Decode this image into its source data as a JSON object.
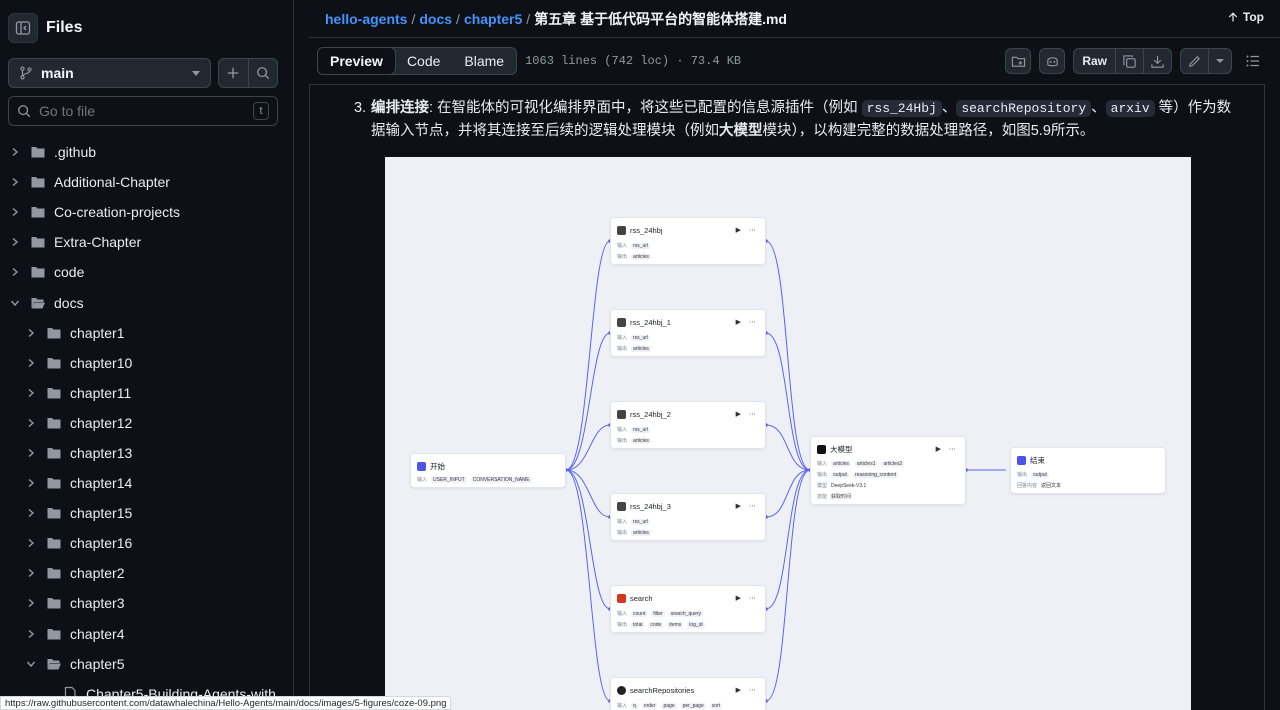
{
  "sidebar": {
    "title": "Files",
    "branch": "main",
    "goto_placeholder": "Go to file",
    "goto_shortcut": "t",
    "tree": [
      {
        "label": ".github",
        "level": 0,
        "expanded": false
      },
      {
        "label": "Additional-Chapter",
        "level": 0,
        "expanded": false
      },
      {
        "label": "Co-creation-projects",
        "level": 0,
        "expanded": false
      },
      {
        "label": "Extra-Chapter",
        "level": 0,
        "expanded": false
      },
      {
        "label": "code",
        "level": 0,
        "expanded": false
      },
      {
        "label": "docs",
        "level": 0,
        "expanded": true
      },
      {
        "label": "chapter1",
        "level": 1,
        "expanded": false
      },
      {
        "label": "chapter10",
        "level": 1,
        "expanded": false
      },
      {
        "label": "chapter11",
        "level": 1,
        "expanded": false
      },
      {
        "label": "chapter12",
        "level": 1,
        "expanded": false
      },
      {
        "label": "chapter13",
        "level": 1,
        "expanded": false
      },
      {
        "label": "chapter14",
        "level": 1,
        "expanded": false
      },
      {
        "label": "chapter15",
        "level": 1,
        "expanded": false
      },
      {
        "label": "chapter16",
        "level": 1,
        "expanded": false
      },
      {
        "label": "chapter2",
        "level": 1,
        "expanded": false
      },
      {
        "label": "chapter3",
        "level": 1,
        "expanded": false
      },
      {
        "label": "chapter4",
        "level": 1,
        "expanded": false
      },
      {
        "label": "chapter5",
        "level": 1,
        "expanded": true
      },
      {
        "label": "Chapter5-Building-Agents-with",
        "level": 2,
        "file": true
      }
    ]
  },
  "breadcrumb": {
    "repo": "hello-agents",
    "dir1": "docs",
    "dir2": "chapter5",
    "file": "第五章 基于低代码平台的智能体搭建.md",
    "sep": "/"
  },
  "top_label": "Top",
  "tabs": {
    "preview": "Preview",
    "code": "Code",
    "blame": "Blame"
  },
  "file_info": "1063 lines (742 loc) · 73.4 KB",
  "raw_label": "Raw",
  "paragraph": {
    "number": "3.",
    "bold_lead": "编排连接",
    "text1": ": 在智能体的可视化编排界面中，将这些已配置的信息源插件（例如 ",
    "code1": "rss_24Hbj",
    "sep1": "、",
    "code2": "searchRepository",
    "sep2": "、",
    "code3": "arxiv",
    "text2": " 等）作为数据输入节点，并将其连接至后续的逻辑处理模块（例如",
    "bold2": "大模型",
    "text3": "模块），以构建完整的数据处理路径，如图5.9所示。"
  },
  "figure": {
    "start": {
      "title": "开始",
      "in_label": "输入",
      "in1": "USER_INPUT",
      "in2": "CONVERSATION_NAME"
    },
    "rss_nodes": [
      {
        "title": "rss_24hbj",
        "in_label": "输入",
        "in": "rss_url",
        "out_label": "输出",
        "out": "articles"
      },
      {
        "title": "rss_24hbj_1",
        "in_label": "输入",
        "in": "rss_url",
        "out_label": "输出",
        "out": "articles"
      },
      {
        "title": "rss_24hbj_2",
        "in_label": "输入",
        "in": "rss_url",
        "out_label": "输出",
        "out": "articles"
      },
      {
        "title": "rss_24hbj_3",
        "in_label": "输入",
        "in": "rss_url",
        "out_label": "输出",
        "out": "articles"
      }
    ],
    "search": {
      "title": "search",
      "in_label": "输入",
      "in": [
        "count",
        "filter",
        "search_query"
      ],
      "out_label": "输出",
      "out": [
        "total",
        "code",
        "items",
        "log_id"
      ]
    },
    "searchrepo": {
      "title": "searchRepositories",
      "in_label": "输入",
      "in": [
        "q",
        "order",
        "page",
        "per_page",
        "sort"
      ]
    },
    "llm": {
      "title": "大模型",
      "in_label": "输入",
      "in": [
        "articles",
        "articles1",
        "articles2"
      ],
      "out_label": "输出",
      "out": [
        "output",
        "reasoning_content"
      ],
      "model_label": "模型",
      "model": "DeepSeek-V3.1",
      "skill_label": "技能",
      "skill": "获取时间"
    },
    "end": {
      "title": "结束",
      "out_label": "输出",
      "out": "output",
      "answer_label": "回答内容",
      "answer": "返回文本"
    }
  },
  "status_url": "https://raw.githubusercontent.com/datawhalechina/Hello-Agents/main/docs/images/5-figures/coze-09.png"
}
